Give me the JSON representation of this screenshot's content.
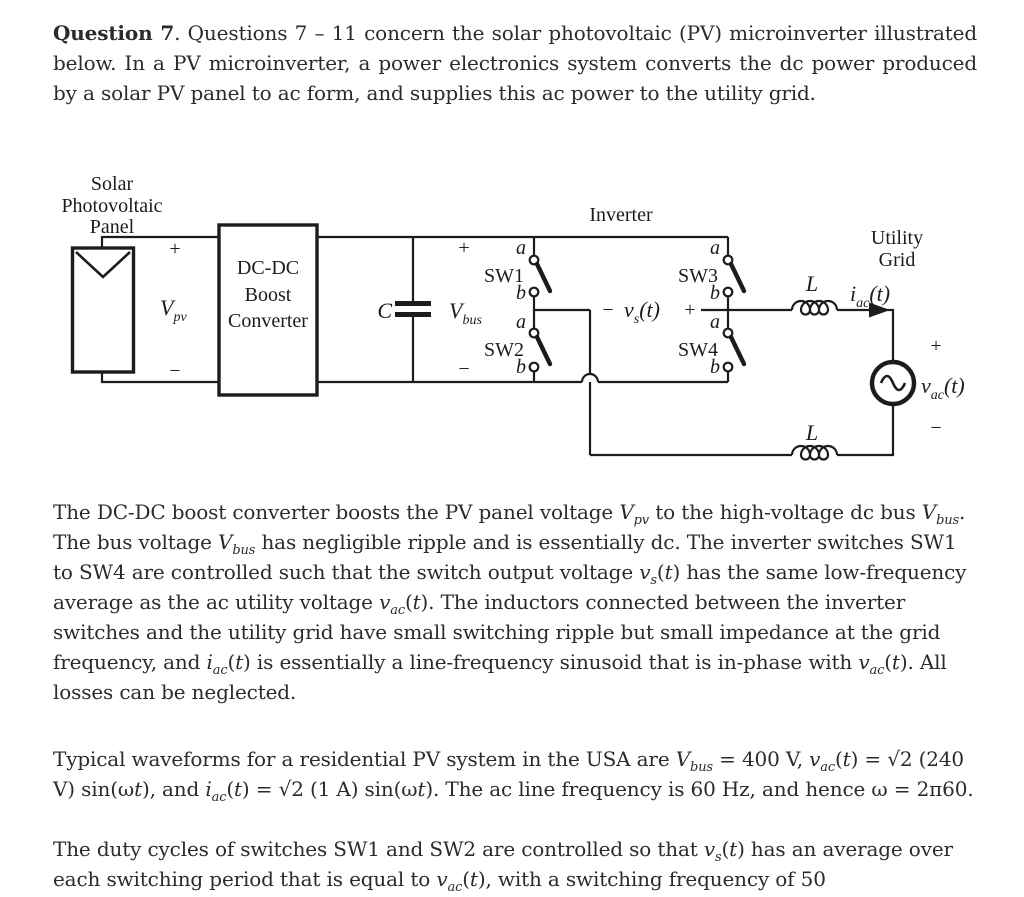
{
  "page": {
    "background": "#ffffff",
    "text_color": "#2b2b2b",
    "line_color": "#1c1c1c"
  },
  "paragraphs": {
    "question": "**Question 7**. Questions 7 – 11 concern the solar photovoltaic (PV) microinverter illustrated below. In a PV microinverter, a power electronics system converts the dc power produced by a solar PV panel to ac form, and supplies this ac power to the utility grid.",
    "description": "The DC-DC boost converter boosts the PV panel voltage *V*_{pv} to the high-voltage dc bus *V*_{bus}. The bus voltage *V*_{bus} has negligible ripple and is essentially dc. The inverter switches SW1 to SW4 are controlled such that the switch output voltage *v*_{s}(*t*) has the same low-frequency average as the ac utility voltage *v*_{ac}(*t*). The inductors connected between the inverter switches and the utility grid have small switching ripple but small impedance at the grid frequency, and *i*_{ac}(*t*) is essentially a line-frequency sinusoid that is in-phase with *v*_{ac}(*t*). All losses can be neglected.",
    "waveforms": "Typical waveforms for a residential PV system in the USA are *V*_{bus} = 400 V, *v*_{ac}(*t*) = √2 (240 V) sin(ω*t*), and  *i*_{ac}(*t*) = √2 (1 A) sin(ω*t*). The ac line frequency is 60 Hz, and hence ω = 2π60.",
    "duty": "The duty cycles of switches SW1 and SW2 are controlled so that *v*_{s}(*t*) has an average over each switching period that is equal to *v*_{ac}(*t*), with a switching frequency of 50"
  },
  "figure": {
    "labels": {
      "panel_line1": "Solar",
      "panel_line2": "Photovoltaic",
      "panel_line3": "Panel",
      "boost_line1": "DC-DC",
      "boost_line2": "Boost",
      "boost_line3": "Converter",
      "inverter": "Inverter",
      "utility_line1": "Utility",
      "utility_line2": "Grid",
      "plus": "+",
      "minus": "−",
      "term_a": "a",
      "term_b": "b",
      "sw1": "SW1",
      "sw2": "SW2",
      "sw3": "SW3",
      "sw4": "SW4",
      "cap": "C",
      "inductor": "L",
      "vpv_base": "V",
      "vpv_sub": "pv",
      "vbus_base": "V",
      "vbus_sub": "bus",
      "vs_base": "v",
      "vs_sub": "s",
      "iac_base": "i",
      "iac_sub": "ac",
      "vac_base": "v",
      "vac_sub": "ac",
      "arg_t": "(t)"
    }
  }
}
